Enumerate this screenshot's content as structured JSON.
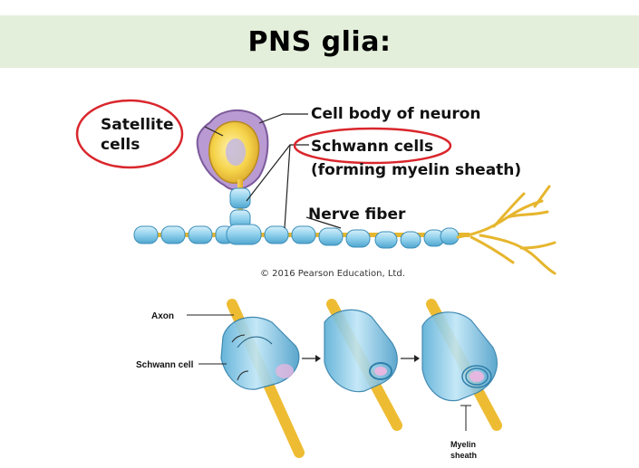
{
  "title": "PNS glia:",
  "top_figure": {
    "labels": {
      "satellite_cells_line1": "Satellite",
      "satellite_cells_line2": "cells",
      "cell_body": "Cell body of neuron",
      "schwann_cells": "Schwann cells",
      "schwann_note": "(forming myelin sheath)",
      "nerve_fiber": "Nerve fiber"
    },
    "credit": "© 2016 Pearson Education, Ltd."
  },
  "bottom_figure": {
    "labels": {
      "axon": "Axon",
      "schwann_cell": "Schwann cell",
      "myelin_line1": "Myelin",
      "myelin_line2": "sheath"
    }
  },
  "colors": {
    "title_band": "#e3efda",
    "highlight_circle": "#d9262c",
    "axon_yellow": "#f2c43a",
    "schwann_blue": "#8fd0ec",
    "satellite_purple": "#9a76b8"
  }
}
